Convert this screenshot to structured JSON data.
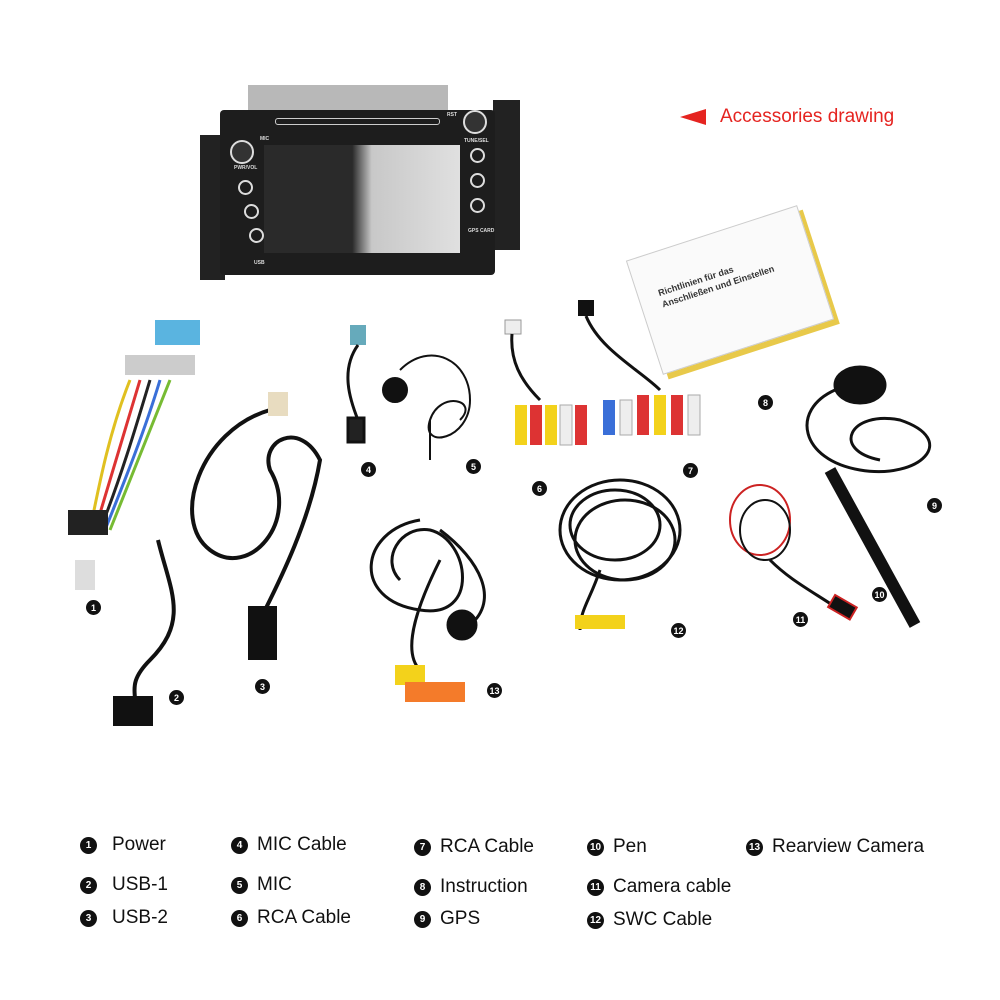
{
  "header": {
    "label": "Accessories drawing",
    "accent": "#e52420",
    "icon": "red-triangle-arrow-icon"
  },
  "device": {
    "labels": {
      "mic": "MIC",
      "rst": "RST",
      "pwr": "PWR/VOL",
      "tune": "TUNE/SEL",
      "gps": "GPS CARD",
      "usb": "USB"
    }
  },
  "manual": {
    "title_line1": "Richtlinien für das",
    "title_line2": "Anschließen und Einstellen"
  },
  "markers": [
    "1",
    "2",
    "3",
    "4",
    "5",
    "6",
    "7",
    "8",
    "9",
    "10",
    "11",
    "12",
    "13"
  ],
  "legend": [
    {
      "num": "1",
      "label": "Power"
    },
    {
      "num": "2",
      "label": "USB-1"
    },
    {
      "num": "3",
      "label": "USB-2"
    },
    {
      "num": "4",
      "label": "MIC Cable"
    },
    {
      "num": "5",
      "label": "MIC"
    },
    {
      "num": "6",
      "label": "RCA Cable"
    },
    {
      "num": "7",
      "label": "RCA Cable"
    },
    {
      "num": "8",
      "label": "Instruction"
    },
    {
      "num": "9",
      "label": "GPS"
    },
    {
      "num": "10",
      "label": "Pen"
    },
    {
      "num": "11",
      "label": "Camera cable"
    },
    {
      "num": "12",
      "label": "SWC Cable"
    },
    {
      "num": "13",
      "label": "Rearview Camera"
    }
  ]
}
